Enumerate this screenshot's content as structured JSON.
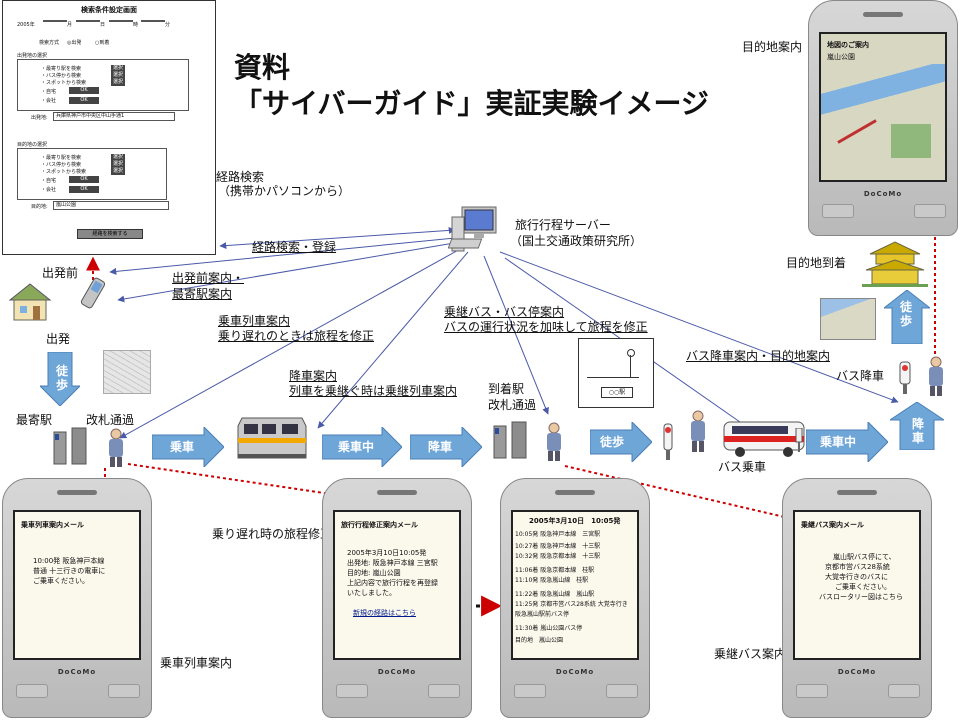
{
  "title": {
    "line1": "資料",
    "line2": "「サイバーガイド」実証実験イメージ"
  },
  "form": {
    "title": "検索条件設定画面",
    "year": "2005年",
    "month_unit": "月",
    "day_unit": "日",
    "hour_unit": "時",
    "minute_unit": "分",
    "search_modes": [
      "検索方式",
      "◎出発",
      "○到着"
    ],
    "origin_section": "出発地の選択",
    "dest_section": "目的地の選択",
    "opt_station": "・最寄り駅を検索",
    "opt_bus": "・バス停から検索",
    "opt_spot": "・スポットから検索",
    "opt_home": "・自宅",
    "opt_office": "・会社",
    "select_btn": "選択",
    "ok_btn": "OK",
    "origin_label": "出発地:",
    "origin_value": "兵庫県神戸市中央区中山手通1",
    "dest_label": "目的地:",
    "dest_value": "嵐山公園",
    "search_btn": "経路を検索する"
  },
  "labels": {
    "route_search": "経路検索",
    "route_search_sub": "（携帯かパソコンから）",
    "server": "旅行行程サーバー",
    "server_sub": "（国土交通政策研究所）",
    "reg": "経路検索・登録",
    "pre_dep_1": "出発前案内・",
    "pre_dep_2": "最寄駅案内",
    "train_guide_1": "乗車列車案内",
    "train_guide_2": "乗り遅れのときは旅程を修正",
    "alight_guide_1": "降車案内",
    "alight_guide_2": "列車を乗継ぐ時は乗継列車案内",
    "bus_guide_1": "乗継バス・バス停案内",
    "bus_guide_2": "バスの運行状況を加味して旅程を修正",
    "bus_alight_guide": "バス降車案内・目的地案内",
    "before_dep": "出発前",
    "depart": "出発",
    "nearest_station": "最寄駅",
    "ticket_gate": "改札通過",
    "arrival_station": "到着駅",
    "arrival_gate": "改札通過",
    "bus_board": "バス乗車",
    "bus_alight": "バス降車",
    "dest_arrival": "目的地到着",
    "dest_guide": "目的地案内",
    "late_fix": "乗り遅れ時の旅程修正",
    "train_guide_caption": "乗車列車案内",
    "transfer_bus_caption": "乗継バス案内",
    "bus_stop_sign": "○○駅"
  },
  "arrows": {
    "walk": "徒歩",
    "board": "乗車",
    "riding": "乗車中",
    "alight": "降車",
    "walk2": "徒歩",
    "riding2": "乗車中",
    "alight2": "降車",
    "walk3": "徒歩"
  },
  "phones": {
    "p1": {
      "header": "乗車列車案内メール",
      "body": [
        "10:00発 阪急神戸本線",
        "普通 十三行きの電車に",
        "ご乗車ください。"
      ]
    },
    "p2": {
      "header": "旅行行程修正案内メール",
      "body": [
        "2005年3月10日10:05発",
        "出発地: 阪急神戸本線 三宮駅",
        "目的地: 嵐山公園",
        " 上記内容で旅行行程を再登録",
        "いたしました。"
      ],
      "link": "新規の経路はこちら"
    },
    "p3": {
      "header": "2005年3月10日　10:05発",
      "rows": [
        "10:05発  阪急神戸本線　三宮駅",
        "10:27着  阪急神戸本線　十三駅",
        "10:32発  阪急京都本線　十三駅",
        "11:06着  阪急京都本線　桂駅",
        "11:10発  阪急嵐山線　桂駅",
        "11:22着  阪急嵐山線　嵐山駅",
        "11:25発  京都市営バス28系統 大覚寺行き",
        "      阪急嵐山駅前バス停",
        "11:30着  嵐山公園バス停",
        "目的地　嵐山公園"
      ]
    },
    "p4": {
      "header": "乗継バス案内メール",
      "body": [
        "嵐山駅バス停にて、",
        "京都市営バス28系統",
        "大覚寺行きのバスに",
        "ご乗車ください。",
        "バスロータリー図はこちら"
      ]
    },
    "p5": {
      "header": "地図のご案内",
      "sub": "嵐山公園"
    },
    "brand": "DoCoMo"
  }
}
